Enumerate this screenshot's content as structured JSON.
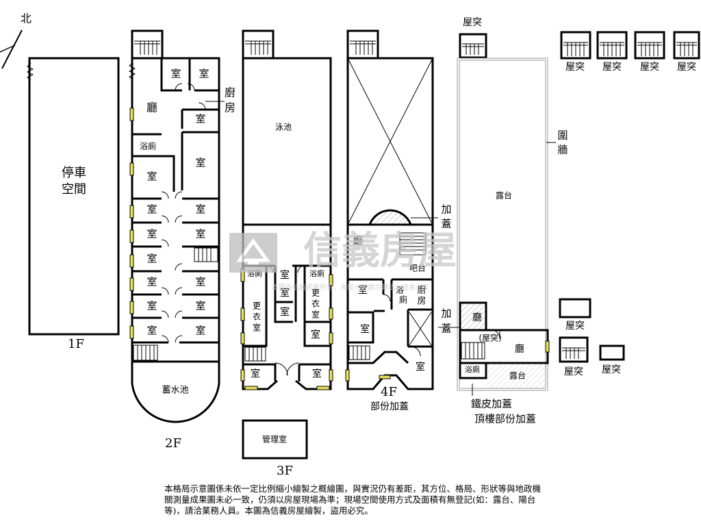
{
  "compass": {
    "north": "北"
  },
  "floors": {
    "f1": {
      "label": "1F",
      "parking": [
        "停車",
        "空間"
      ]
    },
    "f2": {
      "label": "2F",
      "rooms": {
        "room": "室",
        "living": "廳",
        "bath": "浴廁",
        "kitchen": "廚房",
        "pool": "蓄水池"
      }
    },
    "f3": {
      "label": "3F",
      "rooms": {
        "pool": "泳池",
        "bath": "浴廁",
        "room": "室",
        "changing": "更衣室",
        "manager": "管理室"
      }
    },
    "f4": {
      "label": "4F",
      "sub": "部份加蓋",
      "rooms": {
        "living": "廳",
        "bar": "吧台",
        "bath": "浴廁",
        "kitchen": "廚房",
        "room": "室",
        "addon": "加蓋"
      }
    },
    "roof": {
      "terrace": "露台",
      "wall": "圍牆",
      "protrusion": "屋突",
      "addon": "加蓋",
      "protrusion_paren": "(屋突)",
      "living": "廳",
      "bath": "浴廁",
      "iron": "鐵皮加蓋",
      "sub": "頂樓部份加蓋"
    }
  },
  "watermark": {
    "brand": "信義房屋",
    "notice": "本圖為信義房屋所有，未經允許請勿轉載，違者必究"
  },
  "disclaimer": "本格局示意圖係未依一定比例縮小繪製之概繪圖，與實況仍有差距，其方位、格局、形狀等與地政機關測量成果圖未必一致，仍須以房屋現場為準；現場空間使用方式及面積有無登記(如：露台、陽台等)，請洽業務人員。本圖為信義房屋繪製，盜用必究。"
}
